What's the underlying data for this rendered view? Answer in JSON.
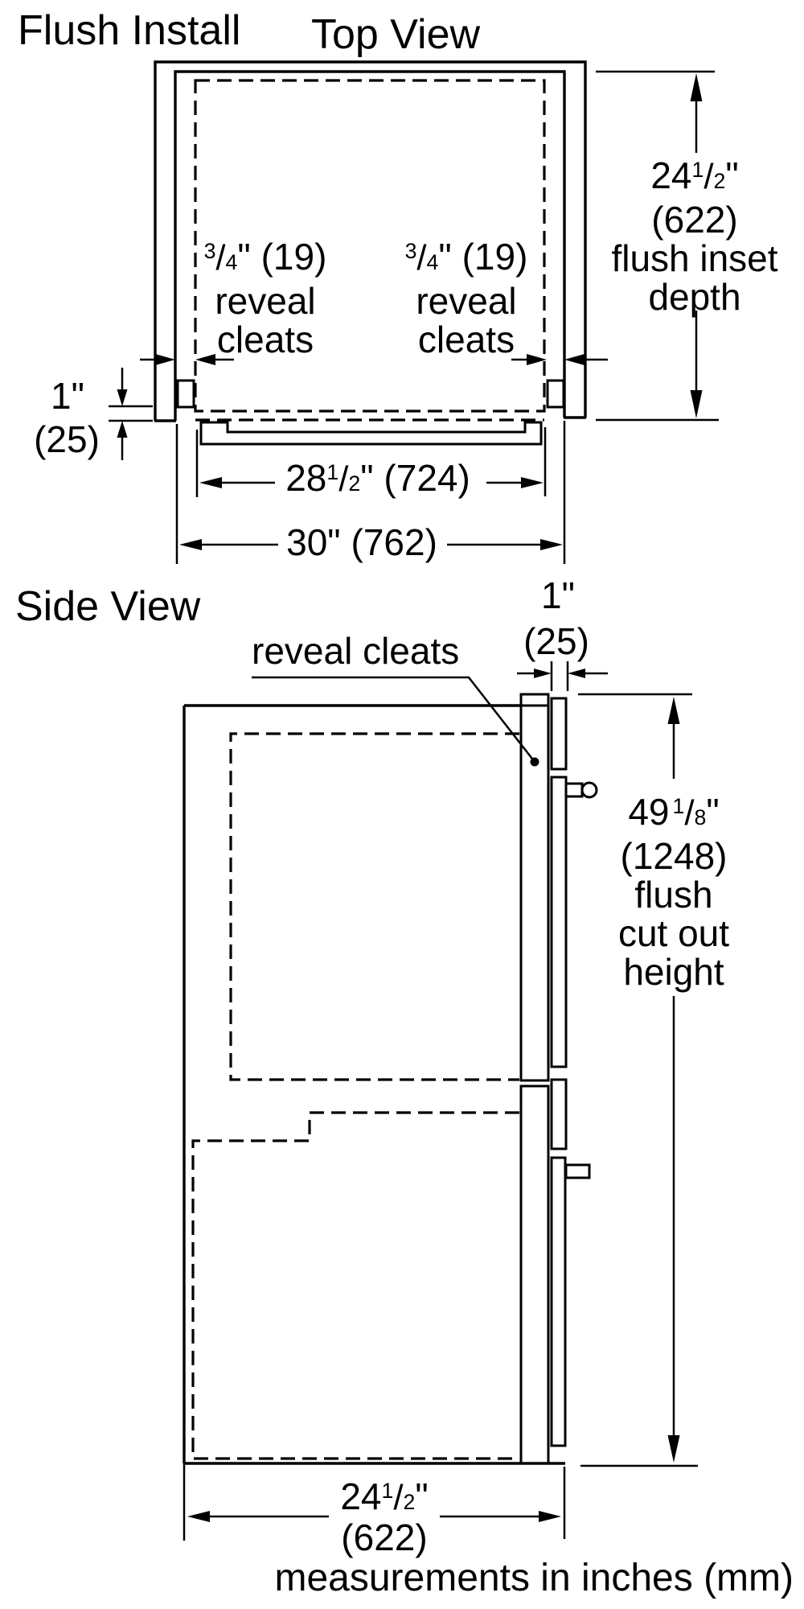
{
  "page": {
    "background": "#ffffff",
    "line_color": "#000000",
    "cleat_fill": "#d4d4d4"
  },
  "titles": {
    "flush_install": "Flush Install",
    "top_view": "Top View",
    "side_view": "Side View"
  },
  "footer": {
    "note": "measurements in inches (mm)"
  },
  "top_view": {
    "reveal_cleat_left": {
      "num": "3",
      "slash": "/",
      "den": "4",
      "unit": "\"",
      "mm": "(19)",
      "label_line1": "reveal",
      "label_line2": "cleats"
    },
    "reveal_cleat_right": {
      "num": "3",
      "slash": "/",
      "den": "4",
      "unit": "\"",
      "mm": "(19)",
      "label_line1": "reveal",
      "label_line2": "cleats"
    },
    "flush_inset_depth": {
      "whole": "24",
      "num": "1",
      "slash": "/",
      "den": "2",
      "unit": "\"",
      "mm": "(622)",
      "label_line1": "flush inset",
      "label_line2": "depth"
    },
    "cleat_thickness": {
      "whole": "1",
      "unit": "\"",
      "mm": "(25)"
    },
    "cutout_width": {
      "whole": "28",
      "num": "1",
      "slash": "/",
      "den": "2",
      "unit": "\"",
      "mm": "(724)"
    },
    "overall_width": {
      "whole": "30",
      "unit": "\"",
      "mm": "(762)"
    }
  },
  "side_view": {
    "door_proud": {
      "whole": "1",
      "unit": "\"",
      "mm": "(25)"
    },
    "reveal_cleats_label": "reveal cleats",
    "flush_cutout_height": {
      "whole": "49",
      "num": "1",
      "slash": "/",
      "den": "8",
      "unit": "\"",
      "mm": "(1248)",
      "label_line1": "flush",
      "label_line2": "cut out",
      "label_line3": "height"
    },
    "flush_inset_depth": {
      "whole": "24",
      "num": "1",
      "slash": "/",
      "den": "2",
      "unit": "\"",
      "mm": "(622)"
    }
  }
}
